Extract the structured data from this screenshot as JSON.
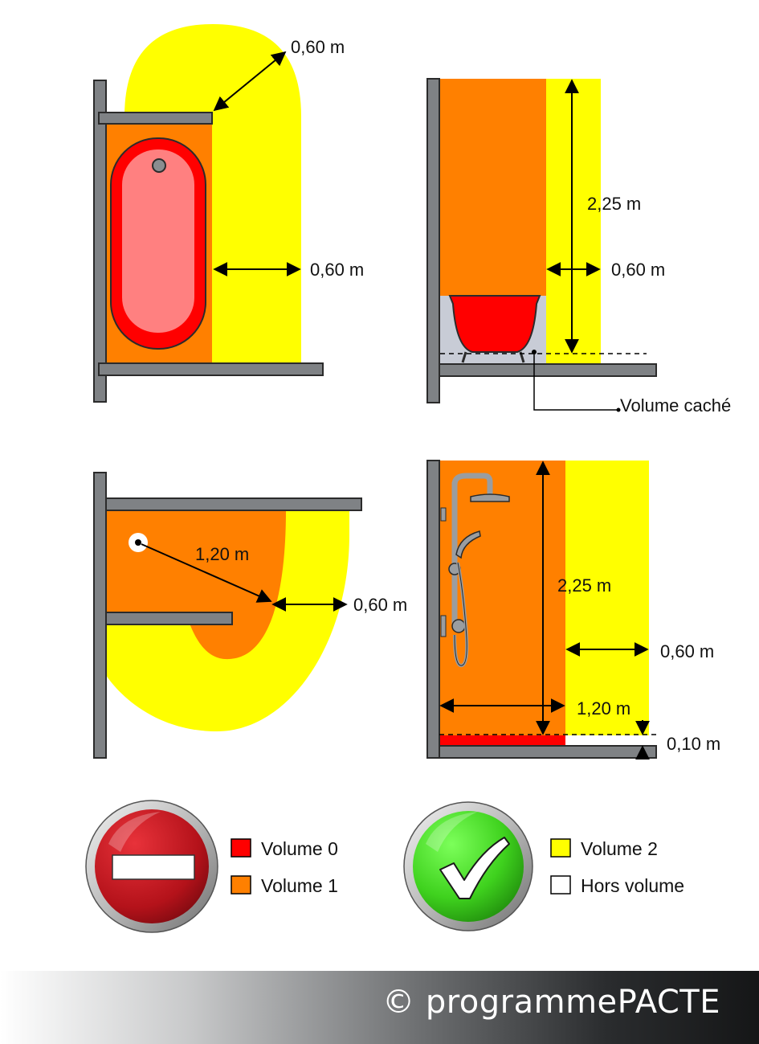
{
  "colors": {
    "volume_0": "#ff0000",
    "volume_1": "#ff8000",
    "volume_2": "#ffff00",
    "hors_volume": "#ffffff",
    "wall": "#7f8285",
    "hidden_volume": "#c8ccd6"
  },
  "diagrams": {
    "bath_top": {
      "dim_diag": "0,60 m",
      "dim_side": "0,60 m"
    },
    "bath_side": {
      "height": "2,25 m",
      "width": "0,60 m",
      "hidden_volume_label": "Volume caché"
    },
    "shower_top": {
      "radius": "1,20 m",
      "width": "0,60 m"
    },
    "shower_side": {
      "height": "2,25 m",
      "width": "0,60 m",
      "radius": "1,20 m",
      "base": "0,10 m"
    }
  },
  "signs": {
    "forbidden_icon": "no-entry-icon",
    "allowed_icon": "checkmark-icon"
  },
  "legend": [
    {
      "label": "Volume 0",
      "color": "#ff0000"
    },
    {
      "label": "Volume 1",
      "color": "#ff8000"
    },
    {
      "label": "Volume 2",
      "color": "#ffff00"
    },
    {
      "label": "Hors volume",
      "color": "#ffffff"
    }
  ],
  "footer": {
    "copyright": "© programmePACTE"
  }
}
